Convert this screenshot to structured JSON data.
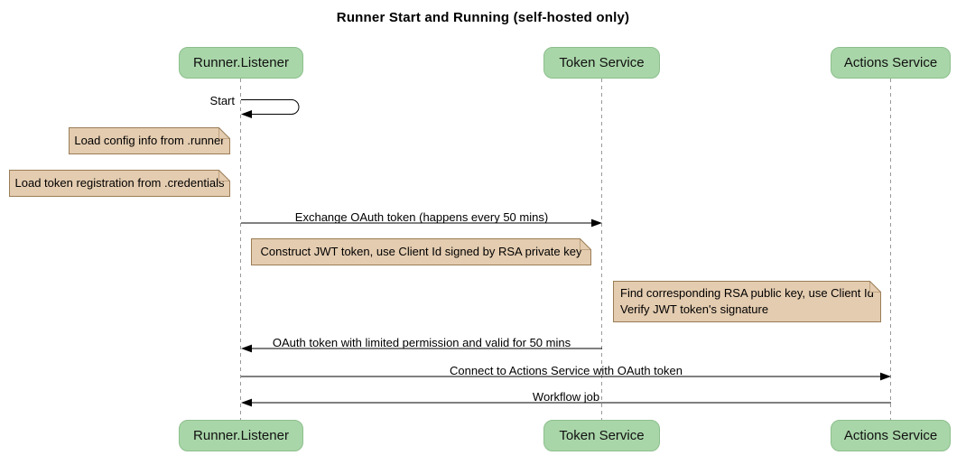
{
  "title": "Runner Start and Running (self-hosted only)",
  "participants": [
    {
      "name": "Runner.Listener"
    },
    {
      "name": "Token Service"
    },
    {
      "name": "Actions Service"
    }
  ],
  "messages": [
    {
      "label": "Start",
      "from": "Runner.Listener",
      "to": "Runner.Listener",
      "kind": "self"
    },
    {
      "label": "Exchange OAuth token (happens every 50 mins)",
      "from": "Runner.Listener",
      "to": "Token Service",
      "kind": "solid-arrow"
    },
    {
      "label": "OAuth token with limited permission and valid for 50 mins",
      "from": "Token Service",
      "to": "Runner.Listener",
      "kind": "solid-arrow"
    },
    {
      "label": "Connect to Actions Service with OAuth token",
      "from": "Runner.Listener",
      "to": "Actions Service",
      "kind": "solid-arrow"
    },
    {
      "label": "Workflow job",
      "from": "Actions Service",
      "to": "Runner.Listener",
      "kind": "solid-arrow"
    }
  ],
  "notes": [
    {
      "text": "Load config info from .runner"
    },
    {
      "text": "Load token registration from .credentials"
    },
    {
      "text": "Construct JWT token, use Client Id signed by RSA private key"
    },
    {
      "text": "Find corresponding RSA public key, use Client Id\nVerify JWT token's signature"
    }
  ],
  "colors": {
    "participant_fill": "#a9d6a9",
    "participant_border": "#8cbf8c",
    "note_fill": "#e4ccb0",
    "note_border": "#9a7d56",
    "lifeline": "#999999",
    "message": "#000000",
    "background": "#ffffff"
  }
}
